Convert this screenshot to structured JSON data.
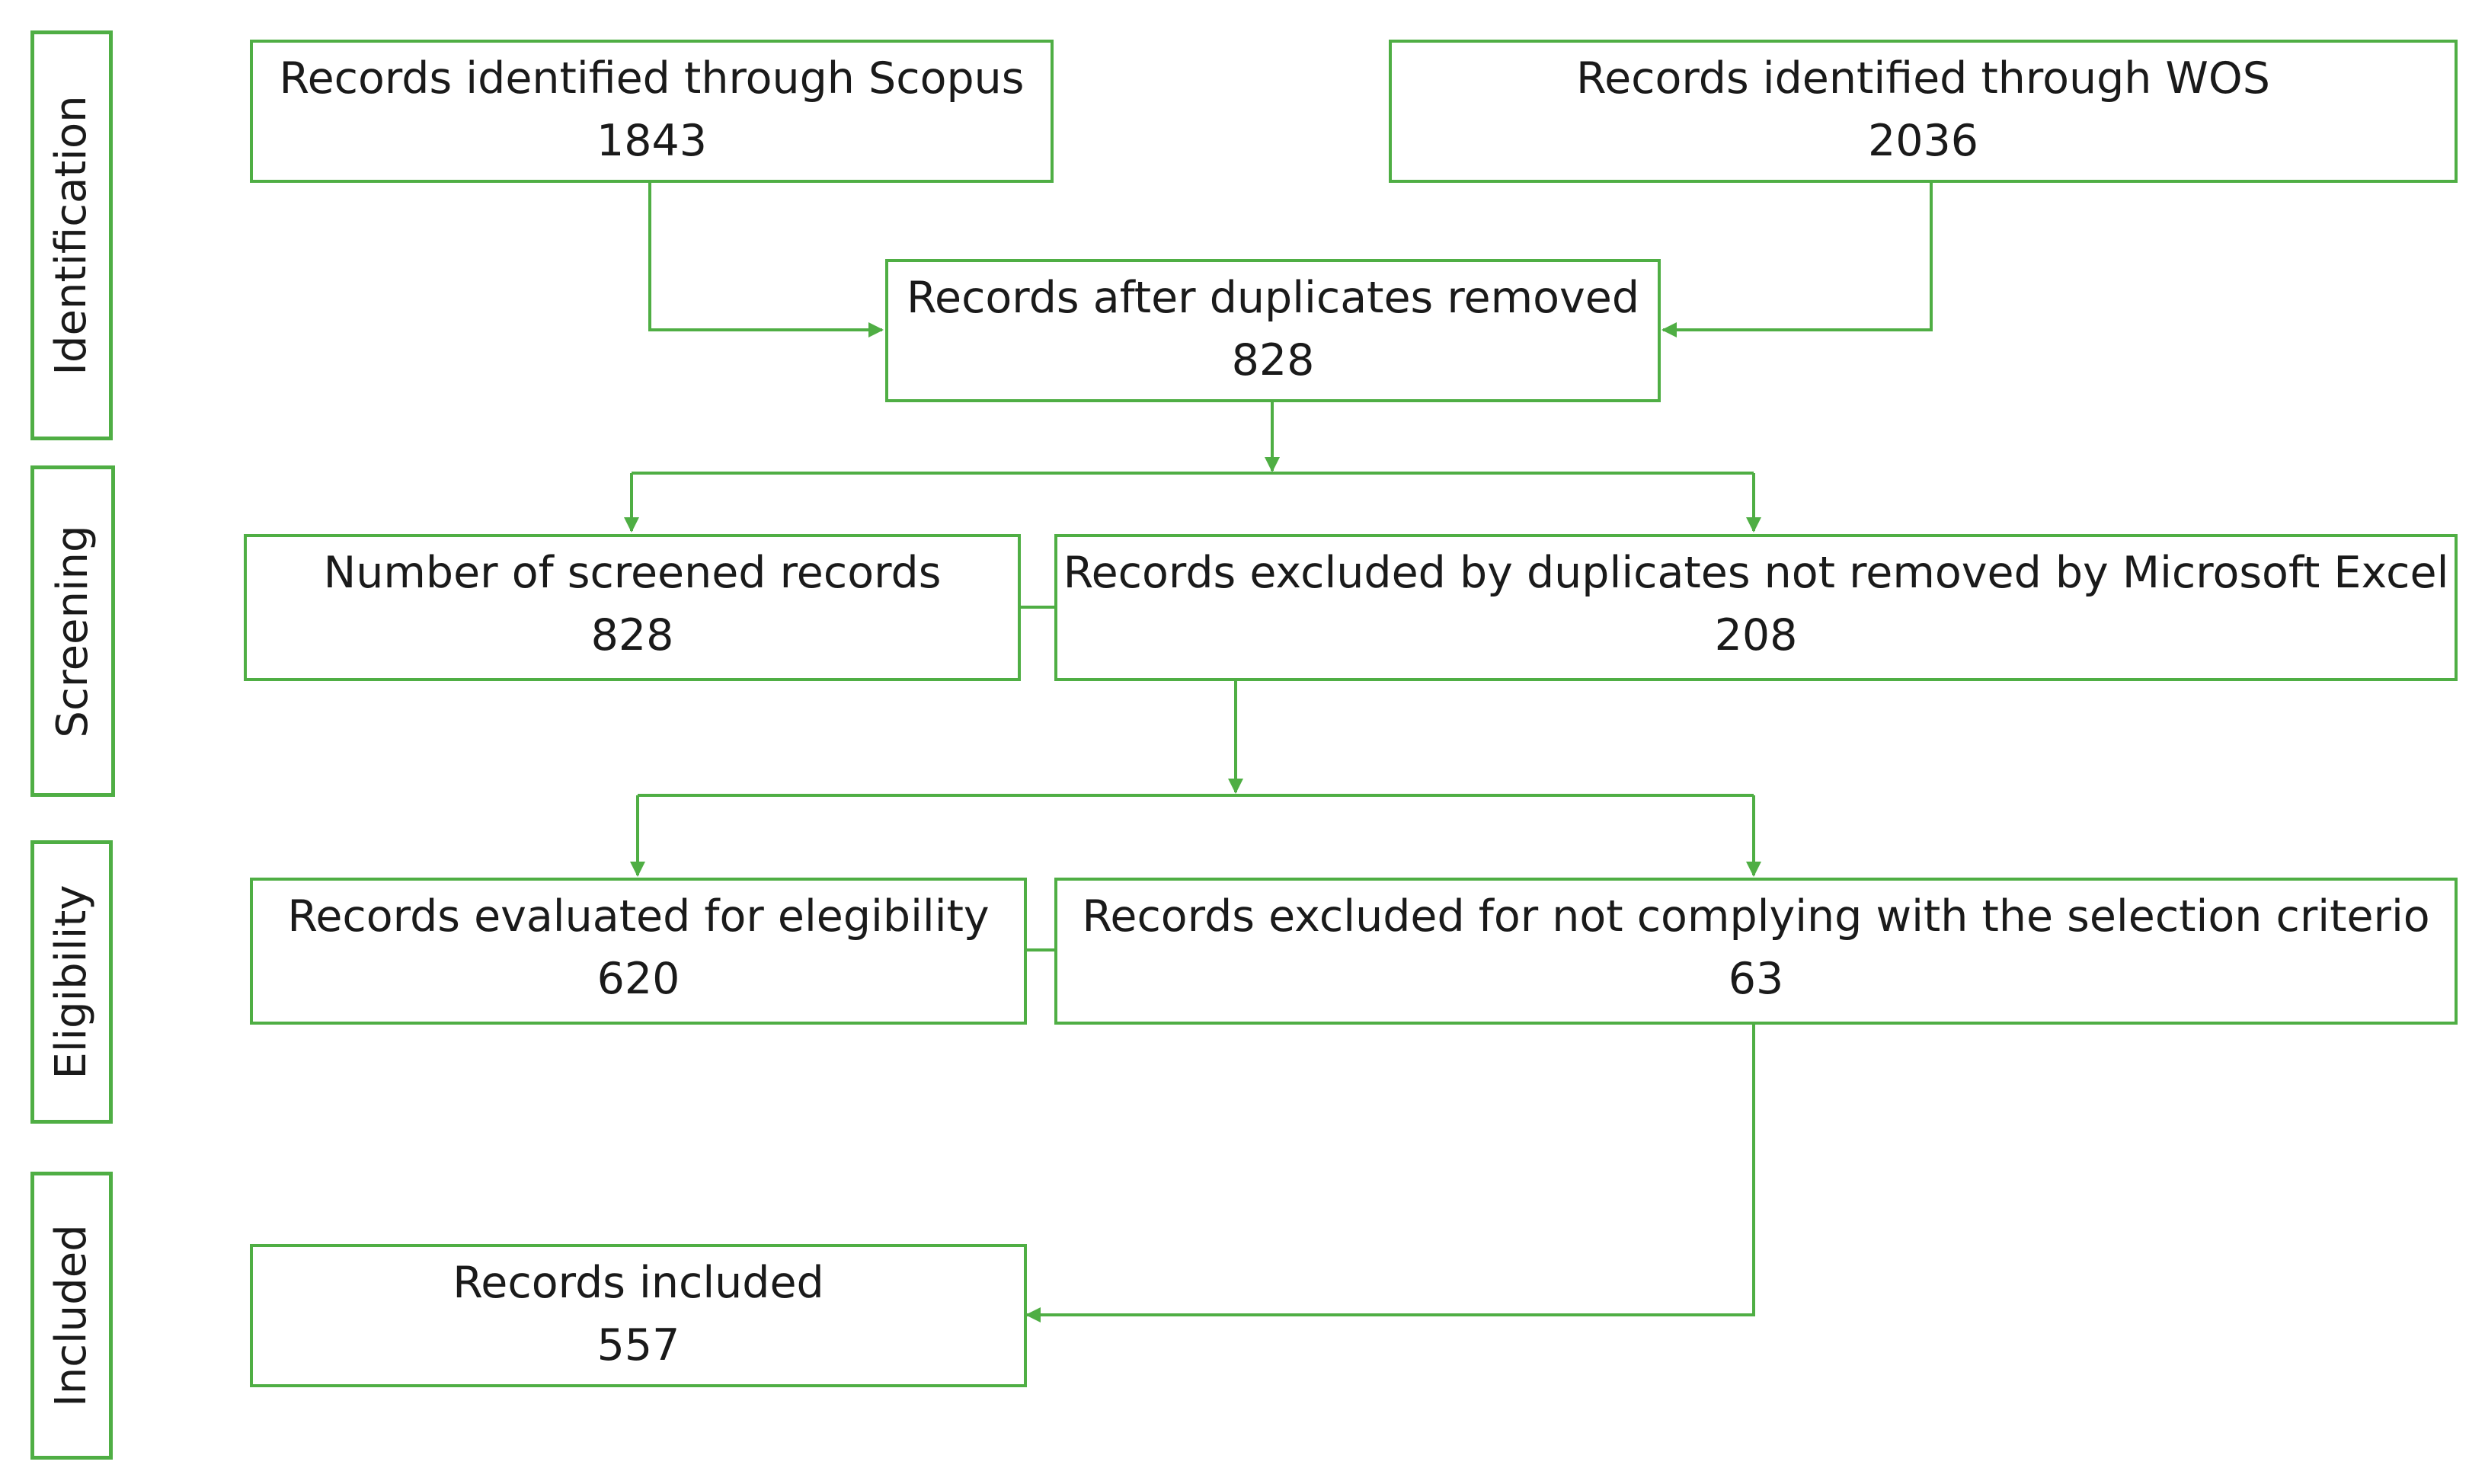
{
  "phases": {
    "identification": "Identification",
    "screening": "Screening",
    "eligibility": "Eligibility",
    "included": "Included"
  },
  "boxes": {
    "scopus": {
      "label": "Records identified through Scopus",
      "value": "1843"
    },
    "wos": {
      "label": "Records identified through WOS",
      "value": "2036"
    },
    "dedup": {
      "label": "Records after duplicates removed",
      "value": "828"
    },
    "screened": {
      "label": "Number of screened records",
      "value": "828"
    },
    "excluded_excel": {
      "label": "Records excluded by duplicates not removed by Microsoft Excel",
      "value": "208"
    },
    "evaluated": {
      "label": "Records evaluated for elegibility",
      "value": "620"
    },
    "excluded_criteria": {
      "label": "Records excluded for not complying with the selection criterio",
      "value": "63"
    },
    "included": {
      "label": "Records included",
      "value": "557"
    }
  },
  "colors": {
    "accent": "#4fae44",
    "text": "#1a1a1a"
  }
}
